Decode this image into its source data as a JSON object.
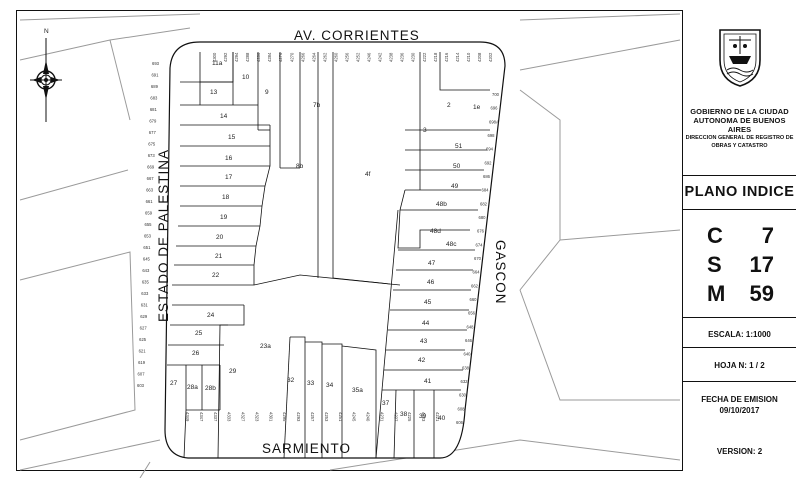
{
  "streets": {
    "north": "AV. CORRIENTES",
    "south": "SARMIENTO",
    "west": "ESTADO DE PALESTINA",
    "east": "GASCON"
  },
  "compass_north_label": "N",
  "cartouche": {
    "gov_line1": "GOBIERNO DE LA CIUDAD",
    "gov_line2": "AUTONOMA DE BUENOS AIRES",
    "gov_line3": "DIRECCION GENERAL DE REGISTRO DE",
    "gov_line4": "OBRAS Y CATASTRO",
    "plan_title": "PLANO INDICE",
    "codes": [
      {
        "letter": "C",
        "value": "7"
      },
      {
        "letter": "S",
        "value": "17"
      },
      {
        "letter": "M",
        "value": "59"
      }
    ],
    "scale": "ESCALA:  1:1000",
    "sheet": "HOJA N:   1 / 2",
    "emission_label": "FECHA DE EMISION",
    "emission_date": "09/10/2017",
    "version": "VERSION: 2"
  },
  "lots": {
    "l11a": "11a",
    "l10": "10",
    "l13": "13",
    "l9": "9",
    "l7b": "7b",
    "l14": "14",
    "l15": "15",
    "l16": "16",
    "l8b": "8b",
    "l17": "17",
    "l18": "18",
    "l19": "19",
    "l20": "20",
    "l21": "21",
    "l22": "22",
    "l4f": "4f",
    "l3": "3",
    "l2": "2",
    "l1e": "1e",
    "l51": "51",
    "l50": "50",
    "l49": "49",
    "l48b": "48b",
    "l48d": "48d",
    "l48c": "48c",
    "l47": "47",
    "l46": "46",
    "l45": "45",
    "l44": "44",
    "l43": "43",
    "l42": "42",
    "l41": "41",
    "l24": "24",
    "l25": "25",
    "l26": "26",
    "l27": "27",
    "l28a": "28a",
    "l28b": "28b",
    "l29": "29",
    "l23a": "23a",
    "l32": "32",
    "l33": "33",
    "l34": "34",
    "l35a": "35a",
    "l37": "37",
    "l38": "38",
    "l39": "39",
    "l40": "40"
  },
  "door_numbers": {
    "north": [
      "4300",
      "4292",
      "4294",
      "4288",
      "4286",
      "4284",
      "4276",
      "4270",
      "4266",
      "4264",
      "4262",
      "4260",
      "4256",
      "4252",
      "4246",
      "4242",
      "4238",
      "4236",
      "4230",
      "4222",
      "4218",
      "4216",
      "4214",
      "4210",
      "4208",
      "4202"
    ],
    "west": [
      "693",
      "691",
      "689",
      "683",
      "681",
      "679",
      "677",
      "675",
      "673",
      "669",
      "667",
      "663",
      "661",
      "659",
      "655",
      "653",
      "651",
      "645",
      "643",
      "635",
      "633",
      "631",
      "629",
      "627",
      "625",
      "621",
      "619",
      "607",
      "603"
    ],
    "east": [
      "700",
      "696",
      "698A",
      "698",
      "694",
      "692",
      "686",
      "684",
      "682",
      "680",
      "676",
      "674",
      "670",
      "664",
      "662",
      "660",
      "656",
      "648",
      "646",
      "640",
      "638",
      "632",
      "630",
      "608",
      "606"
    ],
    "south": [
      "4349",
      "4347",
      "4337",
      "4333",
      "4327",
      "4323",
      "4301",
      "4295",
      "4293",
      "4257",
      "4253",
      "4251",
      "4245",
      "4240",
      "4231",
      "4227",
      "4225",
      "4223",
      "4221"
    ]
  }
}
